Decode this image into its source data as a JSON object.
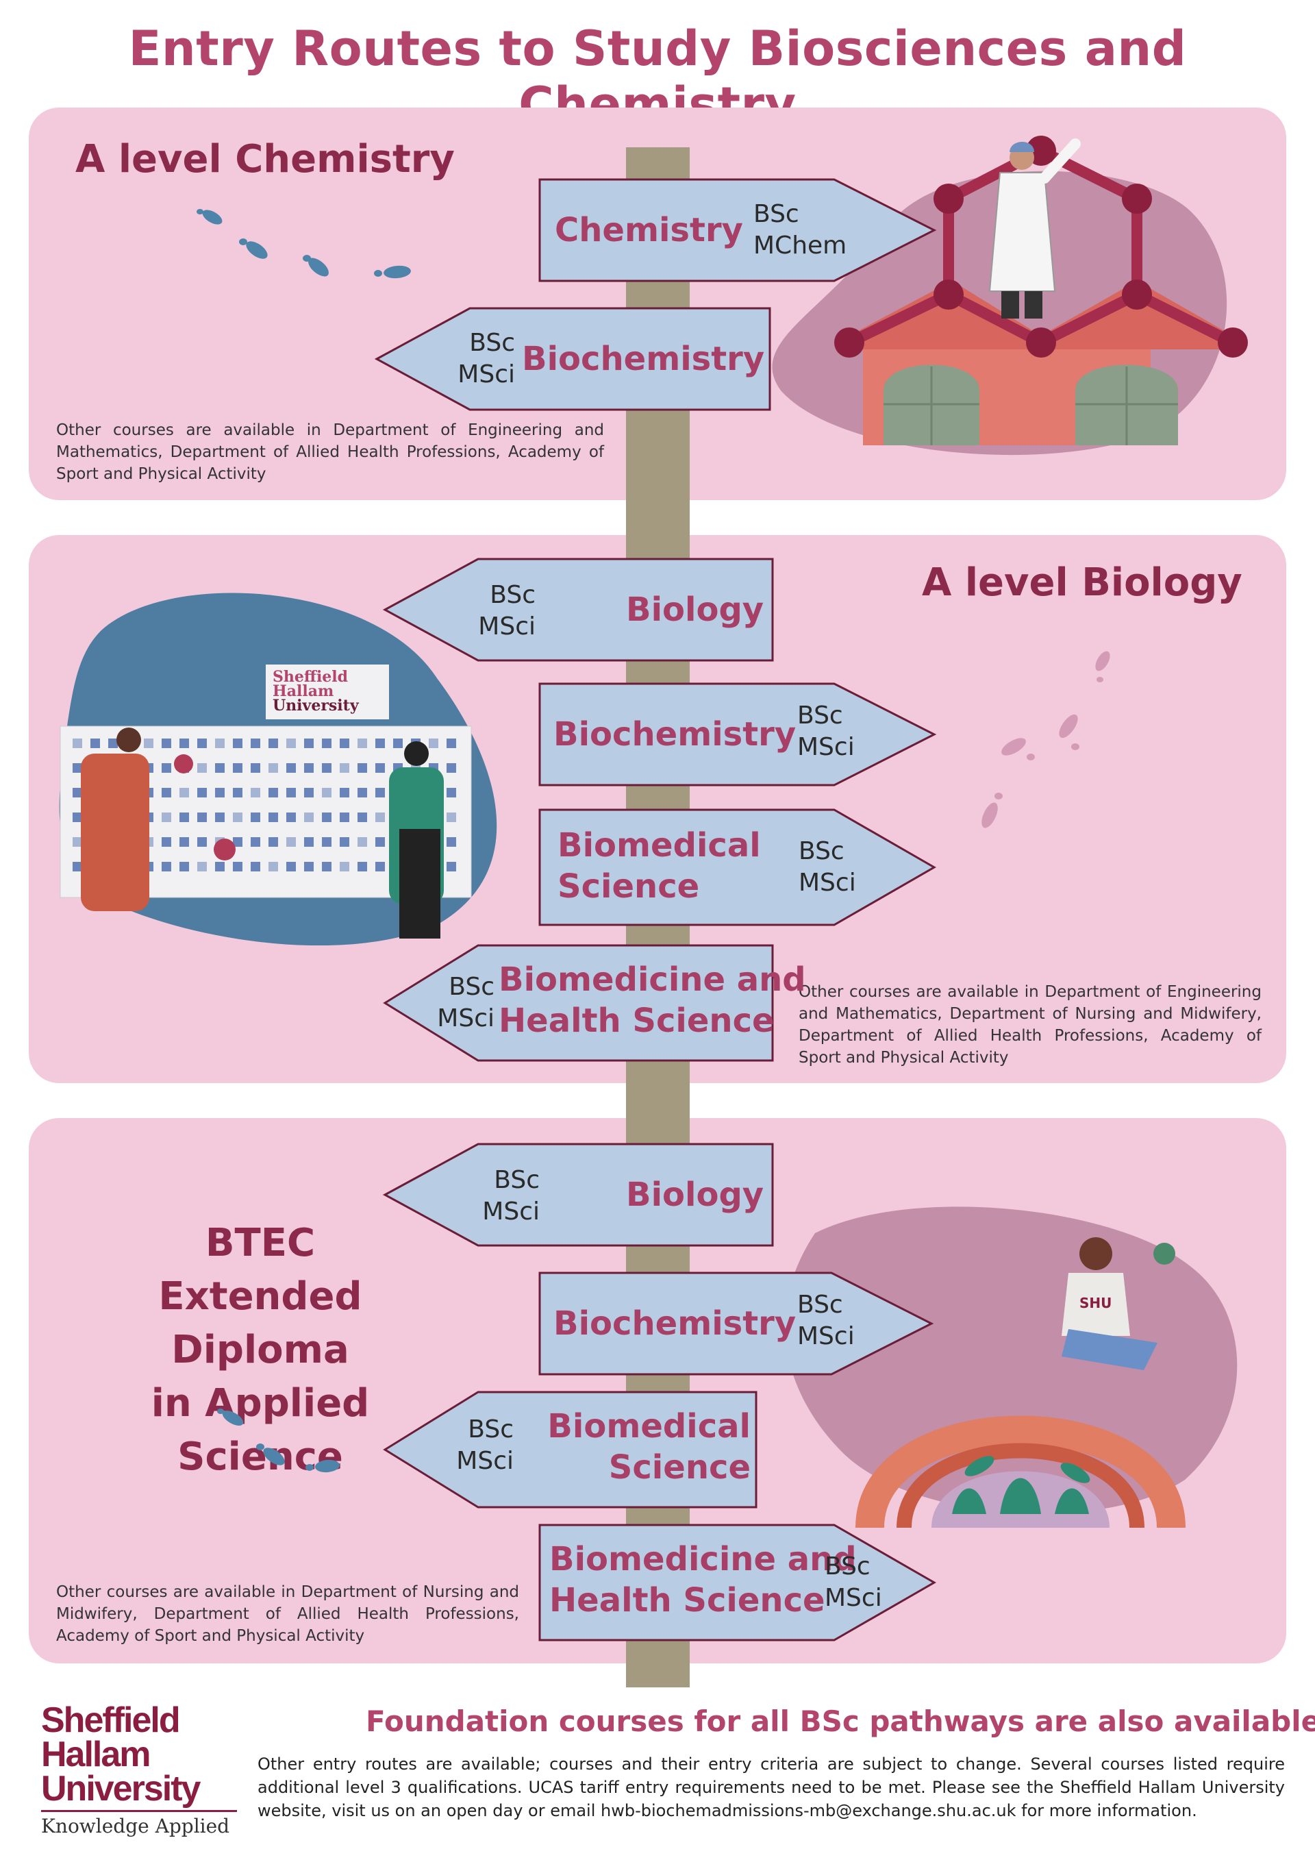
{
  "title": "Entry Routes to Study Biosciences and Chemistry",
  "panels": [
    {
      "heading": "A level Chemistry",
      "signs": [
        {
          "title": "Chemistry",
          "degrees": [
            "BSc",
            "MChem"
          ]
        },
        {
          "title": "Biochemistry",
          "degrees": [
            "BSc",
            "MSci"
          ]
        }
      ],
      "note": "Other courses are available in Department of Engineering and Mathematics, Department of Allied Health Professions, Academy of Sport and Physical Activity"
    },
    {
      "heading": "A level Biology",
      "signs": [
        {
          "title": "Biology",
          "degrees": [
            "BSc",
            "MSci"
          ]
        },
        {
          "title": "Biochemistry",
          "degrees": [
            "BSc",
            "MSci"
          ]
        },
        {
          "title_lines": [
            "Biomedical",
            "Science"
          ],
          "degrees": [
            "BSc",
            "MSci"
          ]
        },
        {
          "title_lines": [
            "Biomedicine and",
            "Health Science"
          ],
          "degrees": [
            "BSc",
            "MSci"
          ]
        }
      ],
      "illustration_sign": [
        "Sheffield",
        "Hallam",
        "University"
      ],
      "note": "Other courses are available in Department of Engineering and Mathematics, Department of Nursing and Midwifery, Department of Allied Health Professions, Academy of Sport and Physical Activity"
    },
    {
      "heading_lines": [
        "BTEC",
        "Extended Diploma",
        "in Applied Science"
      ],
      "signs": [
        {
          "title": "Biology",
          "degrees": [
            "BSc",
            "MSci"
          ]
        },
        {
          "title": "Biochemistry",
          "degrees": [
            "BSc",
            "MSci"
          ]
        },
        {
          "title_lines": [
            "Biomedical",
            "Science"
          ],
          "degrees": [
            "BSc",
            "MSci"
          ]
        },
        {
          "title_lines": [
            "Biomedicine and",
            "Health Science"
          ],
          "degrees": [
            "BSc",
            "MSci"
          ]
        }
      ],
      "shirt_text": "SHU",
      "note": "Other courses are available in Department of Nursing and Midwifery, Department of Allied Health Professions, Academy of Sport and Physical Activity"
    }
  ],
  "foundation": "Foundation courses for all BSc pathways are also available.",
  "footer": "Other entry routes are available; courses and their entry criteria are subject to change. Several courses listed require additional level 3 qualifications. UCAS tariff entry requirements need to be met. Please see the Sheffield Hallam University website, visit us on an open day or email hwb-biochemadmissions-mb@exchange.shu.ac.uk for more information.",
  "logo": {
    "lines": [
      "Sheffield",
      "Hallam",
      "University"
    ],
    "tagline": "Knowledge Applied"
  },
  "colors": {
    "panel": "#f2cadb",
    "sign_fill": "#b8cde3",
    "sign_stroke": "#6b1d38",
    "title": "#b3456c",
    "heading": "#8b2a4b",
    "pole": "#a49a80"
  }
}
